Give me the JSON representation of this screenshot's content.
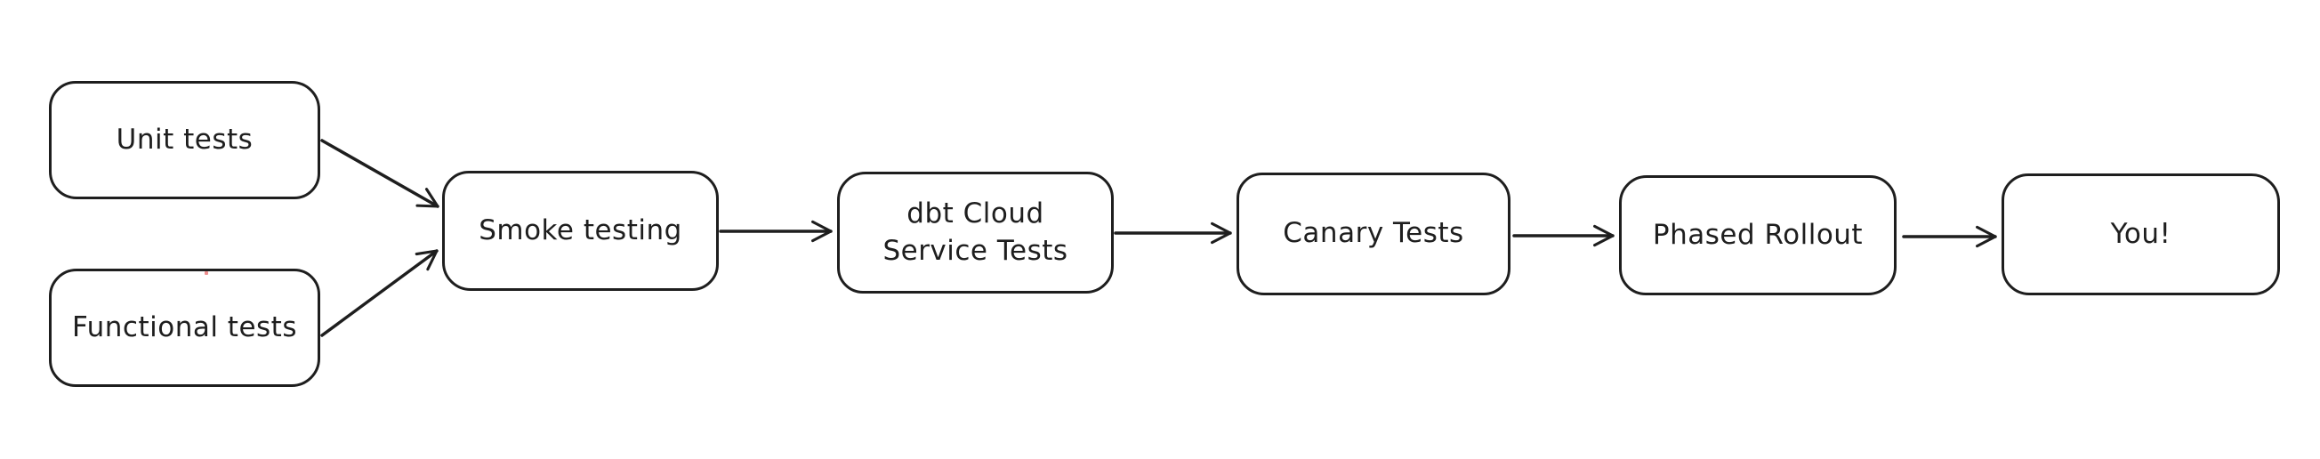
{
  "diagram": {
    "type": "flowchart",
    "style": "hand-drawn",
    "background_color": "#ffffff",
    "stroke_color": "#1e1e1e",
    "text_color": "#1e1e1e",
    "artifact_dot_color": "#e03131",
    "nodes": [
      {
        "id": "unit-tests",
        "label": "Unit tests"
      },
      {
        "id": "functional-tests",
        "label": "Functional tests"
      },
      {
        "id": "smoke-testing",
        "label": "Smoke testing"
      },
      {
        "id": "dbt-cloud-service-tests",
        "label": "dbt Cloud\nService Tests"
      },
      {
        "id": "canary-tests",
        "label": "Canary Tests"
      },
      {
        "id": "phased-rollout",
        "label": "Phased Rollout"
      },
      {
        "id": "you",
        "label": "You!"
      }
    ],
    "edges": [
      {
        "from": "unit-tests",
        "to": "smoke-testing"
      },
      {
        "from": "functional-tests",
        "to": "smoke-testing"
      },
      {
        "from": "smoke-testing",
        "to": "dbt-cloud-service-tests"
      },
      {
        "from": "dbt-cloud-service-tests",
        "to": "canary-tests"
      },
      {
        "from": "canary-tests",
        "to": "phased-rollout"
      },
      {
        "from": "phased-rollout",
        "to": "you"
      }
    ]
  }
}
